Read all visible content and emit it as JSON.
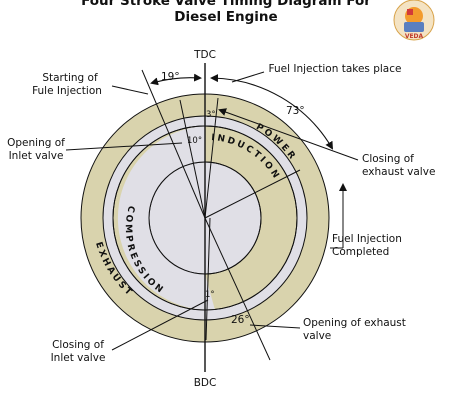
{
  "title": {
    "line1": "Four Stroke Valve Timing Diagram For",
    "line2": "Diesel Engine"
  },
  "logo": {
    "text": "VEDA"
  },
  "dead_centres": {
    "top": "TDC",
    "bottom": "BDC"
  },
  "strokes": {
    "power": "POWER",
    "induction": "INDUCTION",
    "compression": "COMPRESSION",
    "exhaust": "EXHAUST"
  },
  "angles": {
    "fuel_injection_start": "19°",
    "fuel_injection_duration": "73°",
    "inlet_opening": "10°",
    "exhaust_closing": "3°",
    "inlet_closing": "1°",
    "exhaust_opening": "26°"
  },
  "labels": {
    "starting_fuel_injection": [
      "Starting of",
      "Fule Injection"
    ],
    "fuel_injection_takes_place": [
      "Fuel Injection takes place"
    ],
    "opening_inlet_valve": [
      "Opening of",
      "Inlet valve"
    ],
    "closing_exhaust_valve": [
      "Closing of",
      "exhaust valve"
    ],
    "fuel_injection_completed": [
      "Fuel Injection",
      "Completed"
    ],
    "opening_exhaust_valve": [
      "Opening of exhaust",
      "valve"
    ],
    "closing_inlet_valve": [
      "Closing of",
      "Inlet valve"
    ]
  },
  "colors": {
    "outer_ring": "#d9d3ad",
    "middle_ring": "#e0dfe6",
    "inner_ring": "#d9d3ad",
    "center": "#e0dfe6",
    "stroke": "#111111"
  }
}
